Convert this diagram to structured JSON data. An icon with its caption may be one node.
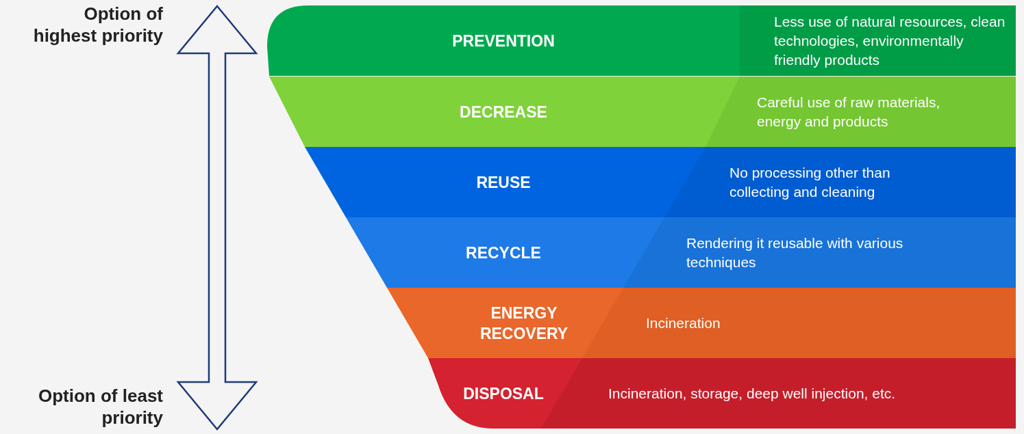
{
  "diagram": {
    "nodes": [
      {
        "text": [
          "PREVENTION",
          "Less use of natural resources, clean technologies, environmentally friendly products"
        ]
      },
      {
        "text": [
          "DECREASE",
          "Careful use of raw materials, energy and products"
        ]
      },
      {
        "text": [
          "REUSE",
          "No processing other than collecting and cleaning"
        ]
      },
      {
        "text": [
          "RECYCLE",
          "Rendering it reusable with various techniques"
        ]
      },
      {
        "text": [
          "ENERGY RECOVERY",
          "Incineration"
        ]
      },
      {
        "text": [
          "DISPOSAL",
          "Incineration, storage, deep well injection, etc."
        ]
      }
    ],
    "edges": [],
    "labels": [
      "Option of highest priority",
      "Option of least priority"
    ]
  }
}
